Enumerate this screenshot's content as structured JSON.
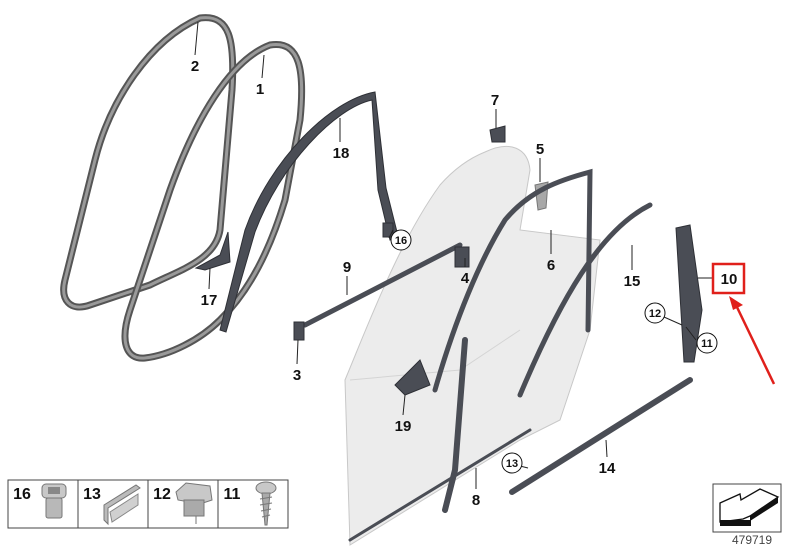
{
  "diagram_number": "479719",
  "highlight_color": "#e0201b",
  "highlighted_part": "10",
  "callouts": {
    "p1": "1",
    "p2": "2",
    "p3": "3",
    "p4": "4",
    "p5": "5",
    "p6": "6",
    "p7": "7",
    "p8": "8",
    "p9": "9",
    "p10": "10",
    "p11": "11",
    "p12": "12",
    "p13": "13",
    "p14": "14",
    "p15": "15",
    "p16": "16",
    "p17": "17",
    "p18": "18",
    "p19": "19"
  },
  "legend": [
    {
      "number": "16",
      "icon": "clip-nut-icon"
    },
    {
      "number": "13",
      "icon": "edge-clip-icon"
    },
    {
      "number": "12",
      "icon": "expanding-nut-icon"
    },
    {
      "number": "11",
      "icon": "self-tapping-screw-icon"
    }
  ],
  "orientation_icon": "vehicle-orientation-arrow-icon"
}
